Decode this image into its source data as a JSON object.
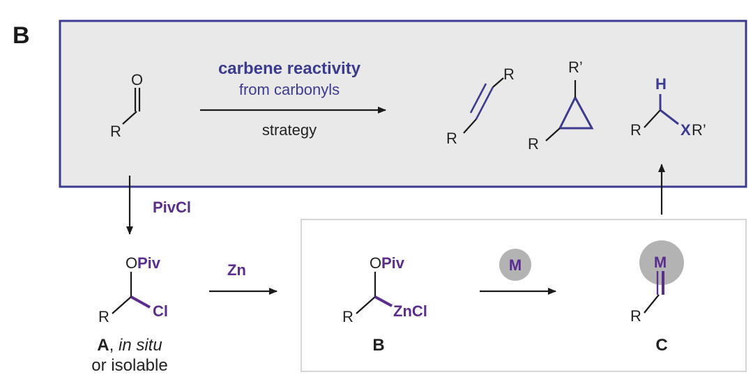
{
  "panel_label": "B",
  "colors": {
    "blue": "#3b3b8f",
    "purple": "#5b2d8e",
    "gray_fill": "#e9e9e9",
    "metal_circle": "#b3b3b3",
    "black": "#1a1a1a"
  },
  "top_box": {
    "aldehyde": {
      "o_label": "O",
      "r_label": "R"
    },
    "strategy_arrow": {
      "label_bold": "carbene reactivity",
      "label_sub": "from carbonyls",
      "label_below": "strategy"
    },
    "products": {
      "olefin": {
        "r_top": "R",
        "r_bottom": "R"
      },
      "cyclopropane": {
        "r_top": "R’",
        "r_left": "R"
      },
      "insertion": {
        "h_label": "H",
        "r_label": "R",
        "x_label": "X",
        "r_prime": "R’"
      }
    }
  },
  "step1": {
    "reagent": "PivCl"
  },
  "compound_A": {
    "opiv_o": "O",
    "opiv_piv": "Piv",
    "r_label": "R",
    "cl_label": "Cl",
    "caption_bold": "A",
    "caption_comma": ", ",
    "caption_italic": "in situ",
    "caption_line2": "or isolable"
  },
  "step2": {
    "reagent": "Zn"
  },
  "compound_B": {
    "opiv_o": "O",
    "opiv_piv": "Piv",
    "r_label": "R",
    "zn_label": "ZnCl",
    "caption": "B"
  },
  "step3": {
    "catalyst": "M"
  },
  "compound_C": {
    "metal": "M",
    "r_label": "R",
    "caption": "C"
  }
}
